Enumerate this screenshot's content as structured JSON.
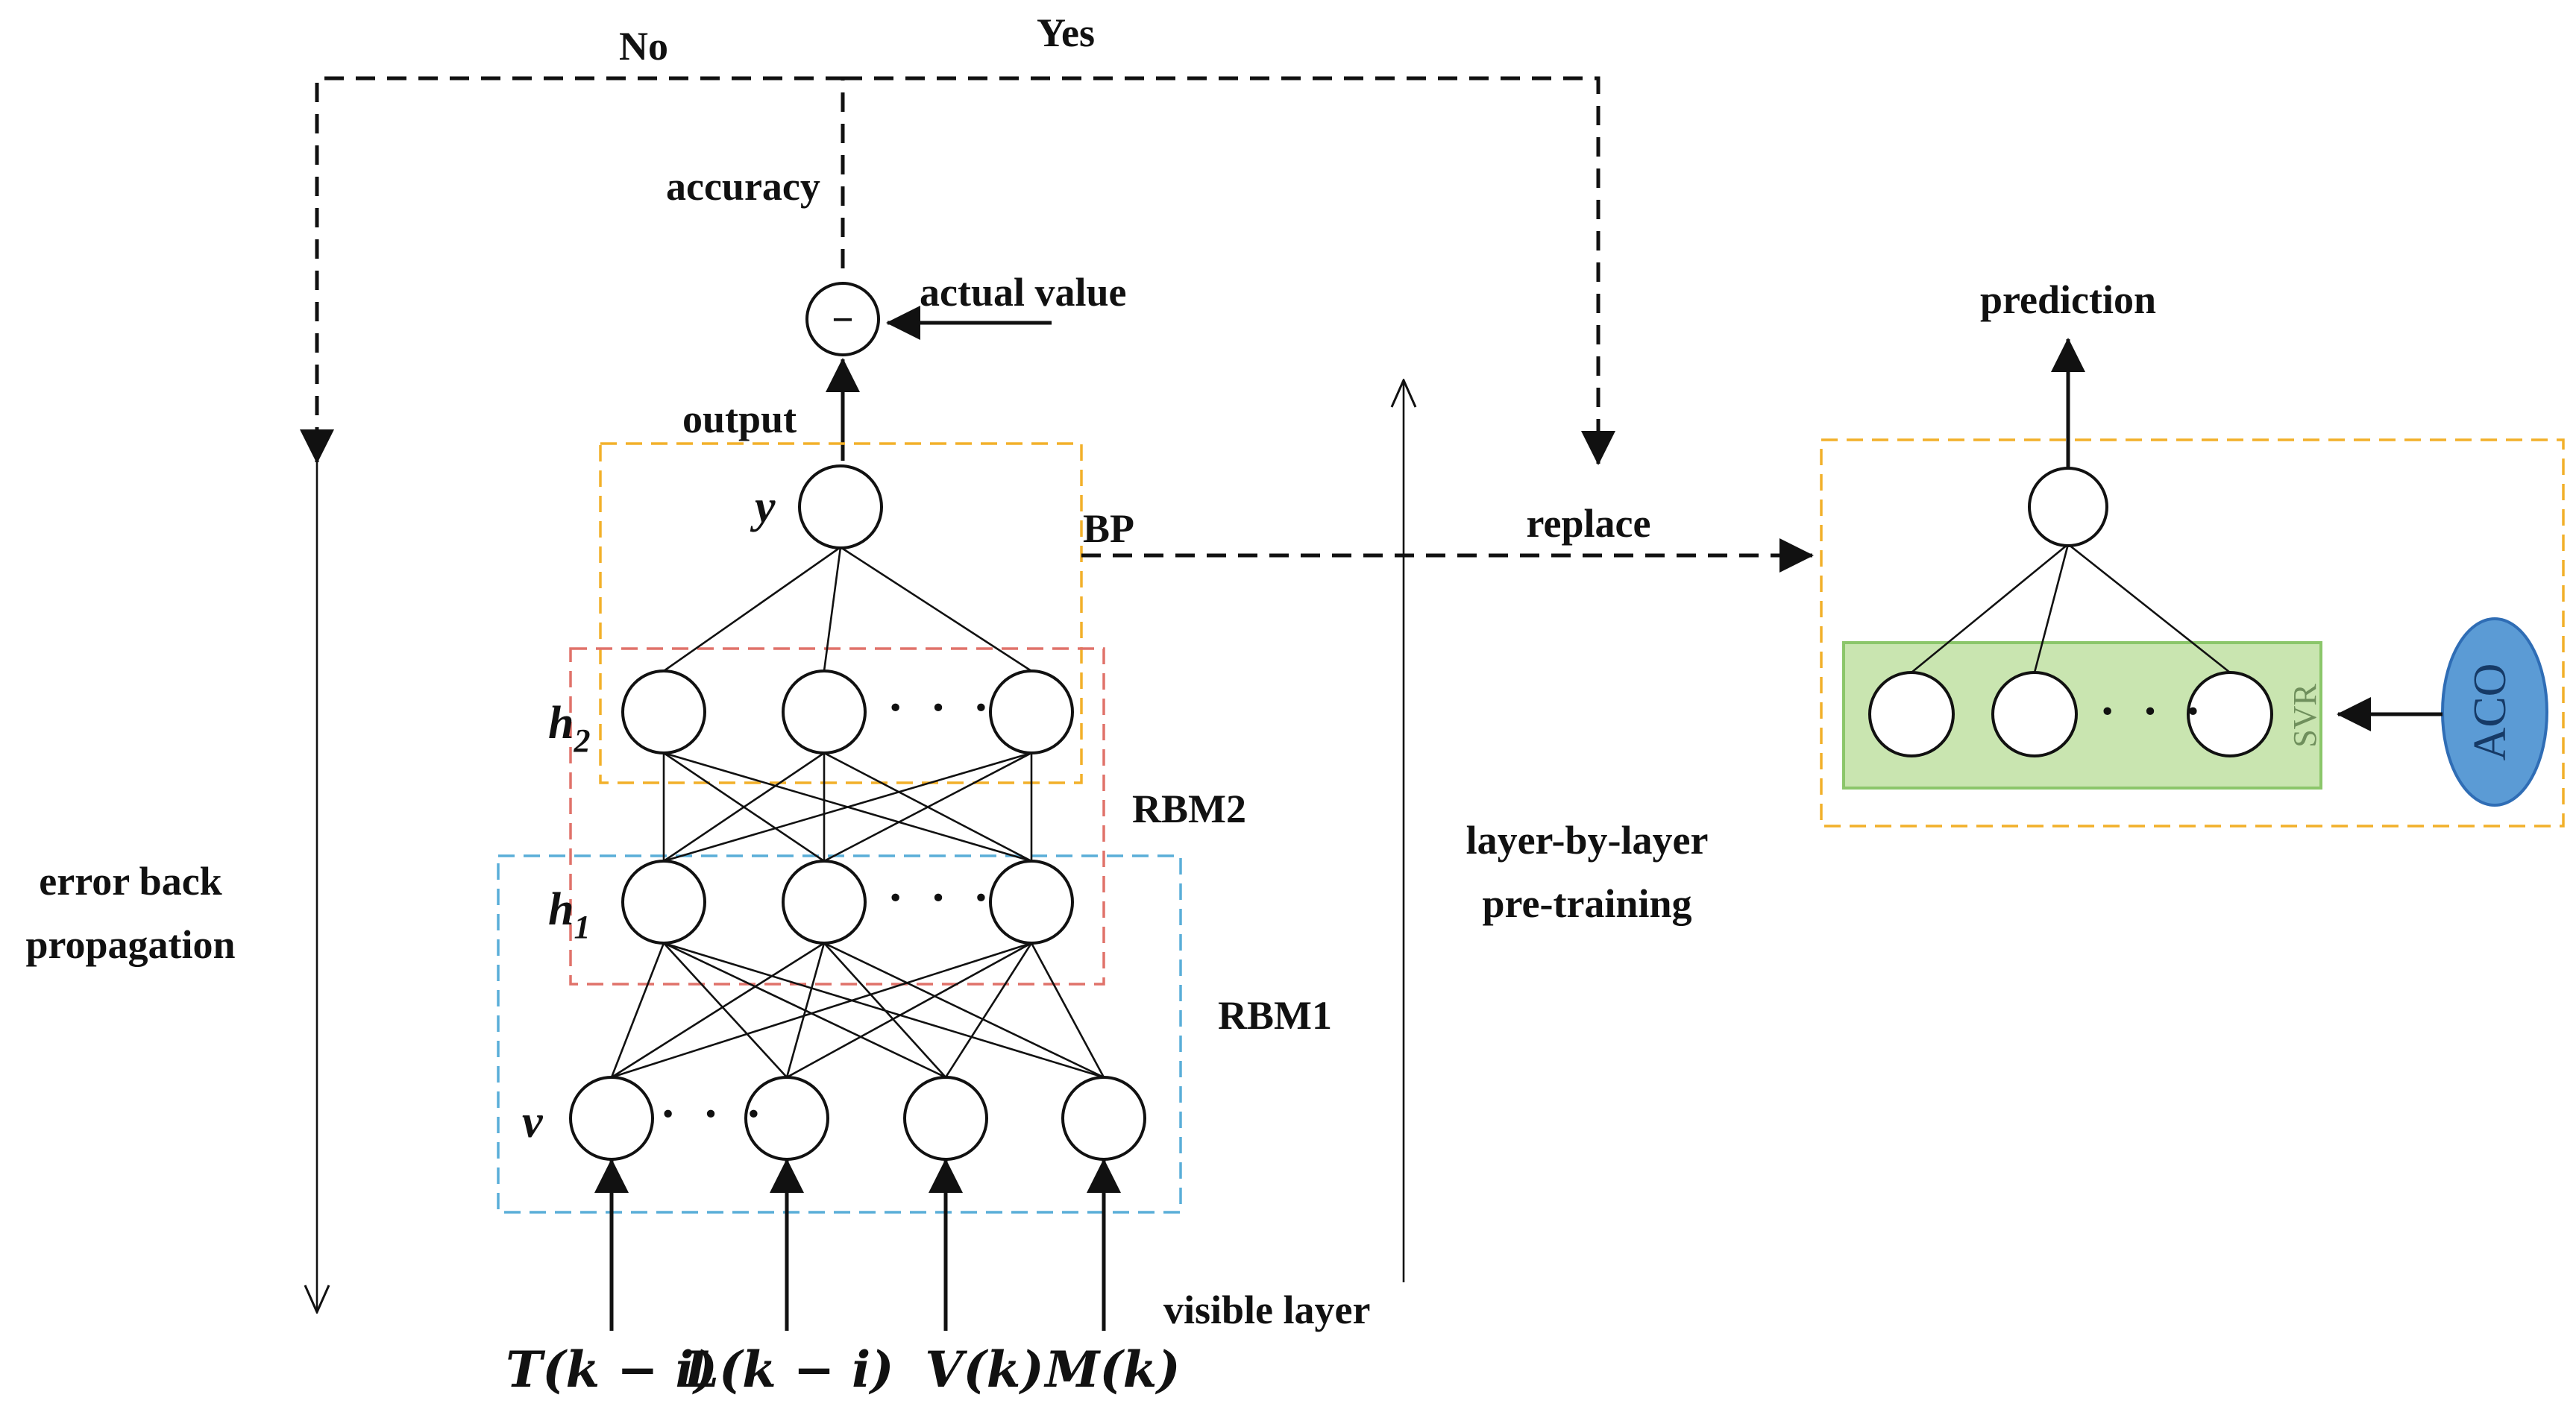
{
  "labels": {
    "no": "No",
    "yes": "Yes",
    "accuracy": "accuracy",
    "actual_value": "actual value",
    "minus": "−",
    "output": "output",
    "bp": "BP",
    "replace": "replace",
    "prediction": "prediction",
    "rbm2": "RBM2",
    "rbm1": "RBM1",
    "error_back_1": "error back",
    "error_back_2": "propagation",
    "pretrain_1": "layer-by-layer",
    "pretrain_2": "pre-training",
    "visible_layer": "visible layer",
    "svr": "SVR",
    "aco": "ACO",
    "dots": "· · ·"
  },
  "layers": {
    "y": {
      "base": "y",
      "sub": ""
    },
    "h2": {
      "base": "h",
      "sub": "2"
    },
    "h1": {
      "base": "h",
      "sub": "1"
    },
    "v": {
      "base": "v",
      "sub": ""
    }
  },
  "inputs": [
    "T(k − i)",
    "L(k − i)",
    "V(k)",
    "M(k)"
  ],
  "colors": {
    "bp_box": "#f2b02a",
    "rbm2_box": "#e0726a",
    "rbm1_box": "#5aaed8",
    "svr_fill": "#c9e5b0",
    "aco_fill": "#5b9bd5"
  }
}
